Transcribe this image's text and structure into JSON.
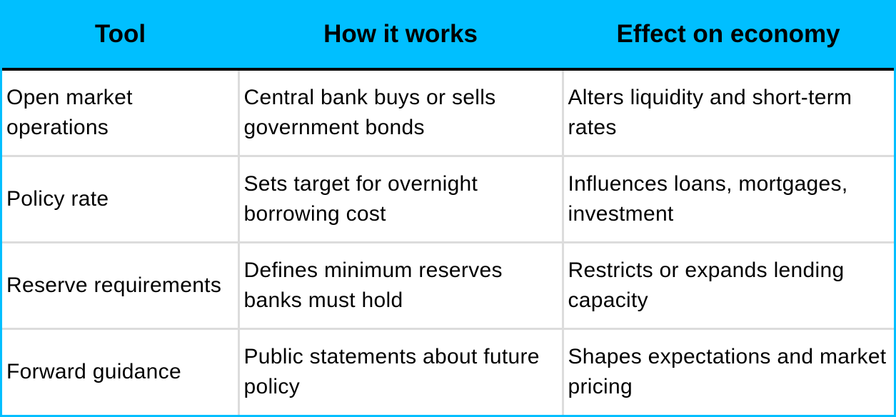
{
  "colors": {
    "header_background": "#00BFFF",
    "outer_border": "#00BFFF",
    "header_rule": "#000000",
    "cell_border": "#DCDCDC",
    "text": "#000000"
  },
  "table": {
    "headers": [
      "Tool",
      "How it works",
      "Effect on economy"
    ],
    "rows": [
      {
        "tool": "Open market operations",
        "how": "Central bank buys or sells government bonds",
        "effect": "Alters liquidity and short-term rates"
      },
      {
        "tool": "Policy rate",
        "how": "Sets target for overnight borrowing cost",
        "effect": "Influences loans, mortgages, investment"
      },
      {
        "tool": "Reserve requirements",
        "how": "Defines minimum reserves banks must hold",
        "effect": "Restricts or expands lending capacity"
      },
      {
        "tool": "Forward guidance",
        "how": "Public statements about future policy",
        "effect": "Shapes expectations and market pricing"
      }
    ]
  }
}
